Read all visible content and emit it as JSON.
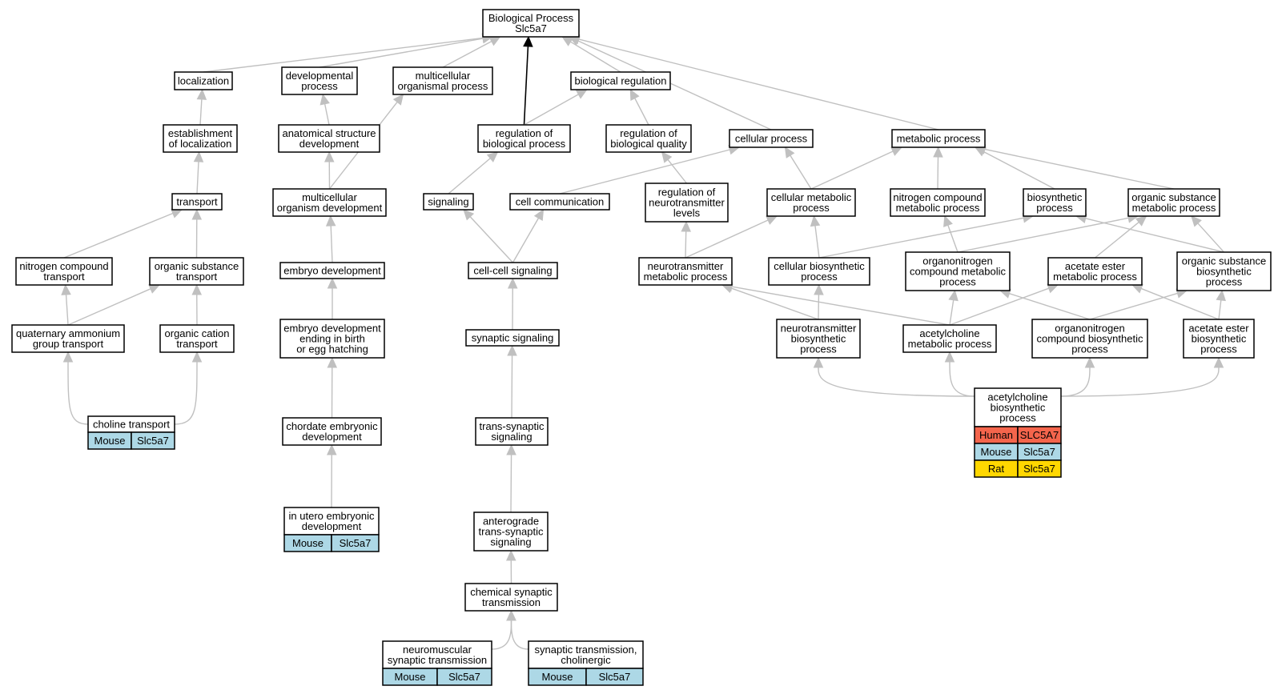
{
  "colors": {
    "edge": "#c0c0c0",
    "edge_highlight": "#000000",
    "human": "#f4654c",
    "mouse": "#add8e6",
    "rat": "#ffd700"
  },
  "nodes": {
    "root": [
      "Biological Process",
      "Slc5a7"
    ],
    "localization": [
      "localization"
    ],
    "developmental_process": [
      "developmental",
      "process"
    ],
    "multicellular_organismal_process": [
      "multicellular",
      "organismal process"
    ],
    "biological_regulation": [
      "biological regulation"
    ],
    "establishment_of_localization": [
      "establishment",
      "of localization"
    ],
    "anatomical_structure_development": [
      "anatomical structure",
      "development"
    ],
    "regulation_of_biological_process": [
      "regulation of",
      "biological process"
    ],
    "regulation_of_biological_quality": [
      "regulation of",
      "biological quality"
    ],
    "cellular_process": [
      "cellular process"
    ],
    "metabolic_process": [
      "metabolic process"
    ],
    "transport": [
      "transport"
    ],
    "multicellular_organism_development": [
      "multicellular",
      "organism development"
    ],
    "signaling": [
      "signaling"
    ],
    "cell_communication": [
      "cell communication"
    ],
    "regulation_of_neurotransmitter_levels": [
      "regulation of",
      "neurotransmitter",
      "levels"
    ],
    "cellular_metabolic_process": [
      "cellular metabolic",
      "process"
    ],
    "nitrogen_compound_metabolic_process": [
      "nitrogen compound",
      "metabolic process"
    ],
    "biosynthetic_process": [
      "biosynthetic",
      "process"
    ],
    "organic_substance_metabolic_process": [
      "organic substance",
      "metabolic process"
    ],
    "nitrogen_compound_transport": [
      "nitrogen compound",
      "transport"
    ],
    "organic_substance_transport": [
      "organic substance",
      "transport"
    ],
    "embryo_development": [
      "embryo development"
    ],
    "cell_cell_signaling": [
      "cell-cell signaling"
    ],
    "neurotransmitter_metabolic_process": [
      "neurotransmitter",
      "metabolic process"
    ],
    "cellular_biosynthetic_process": [
      "cellular biosynthetic",
      "process"
    ],
    "organonitrogen_compound_metabolic_process": [
      "organonitrogen",
      "compound metabolic",
      "process"
    ],
    "acetate_ester_metabolic_process": [
      "acetate ester",
      "metabolic process"
    ],
    "organic_substance_biosynthetic_process": [
      "organic substance",
      "biosynthetic",
      "process"
    ],
    "quaternary_ammonium_group_transport": [
      "quaternary ammonium",
      "group transport"
    ],
    "organic_cation_transport": [
      "organic cation",
      "transport"
    ],
    "embryo_development_ending_in_birth": [
      "embryo development",
      "ending in birth",
      "or egg hatching"
    ],
    "synaptic_signaling": [
      "synaptic signaling"
    ],
    "neurotransmitter_biosynthetic_process": [
      "neurotransmitter",
      "biosynthetic",
      "process"
    ],
    "acetylcholine_metabolic_process": [
      "acetylcholine",
      "metabolic process"
    ],
    "organonitrogen_compound_biosynthetic_process": [
      "organonitrogen",
      "compound biosynthetic",
      "process"
    ],
    "acetate_ester_biosynthetic_process": [
      "acetate ester",
      "biosynthetic",
      "process"
    ],
    "choline_transport": [
      "choline transport"
    ],
    "chordate_embryonic_development": [
      "chordate embryonic",
      "development"
    ],
    "trans_synaptic_signaling": [
      "trans-synaptic",
      "signaling"
    ],
    "acetylcholine_biosynthetic_process": [
      "acetylcholine",
      "biosynthetic",
      "process"
    ],
    "in_utero_embryonic_development": [
      "in utero embryonic",
      "development"
    ],
    "anterograde_trans_synaptic_signaling": [
      "anterograde",
      "trans-synaptic",
      "signaling"
    ],
    "chemical_synaptic_transmission": [
      "chemical synaptic",
      "transmission"
    ],
    "neuromuscular_synaptic_transmission": [
      "neuromuscular",
      "synaptic transmission"
    ],
    "synaptic_transmission_cholinergic": [
      "synaptic transmission,",
      "cholinergic"
    ]
  },
  "annotations": {
    "choline_transport": [
      [
        "Mouse",
        "Slc5a7"
      ]
    ],
    "in_utero_embryonic_development": [
      [
        "Mouse",
        "Slc5a7"
      ]
    ],
    "neuromuscular_synaptic_transmission": [
      [
        "Mouse",
        "Slc5a7"
      ]
    ],
    "synaptic_transmission_cholinergic": [
      [
        "Mouse",
        "Slc5a7"
      ]
    ],
    "acetylcholine_biosynthetic_process": [
      [
        "Human",
        "SLC5A7"
      ],
      [
        "Mouse",
        "Slc5a7"
      ],
      [
        "Rat",
        "Slc5a7"
      ]
    ]
  }
}
